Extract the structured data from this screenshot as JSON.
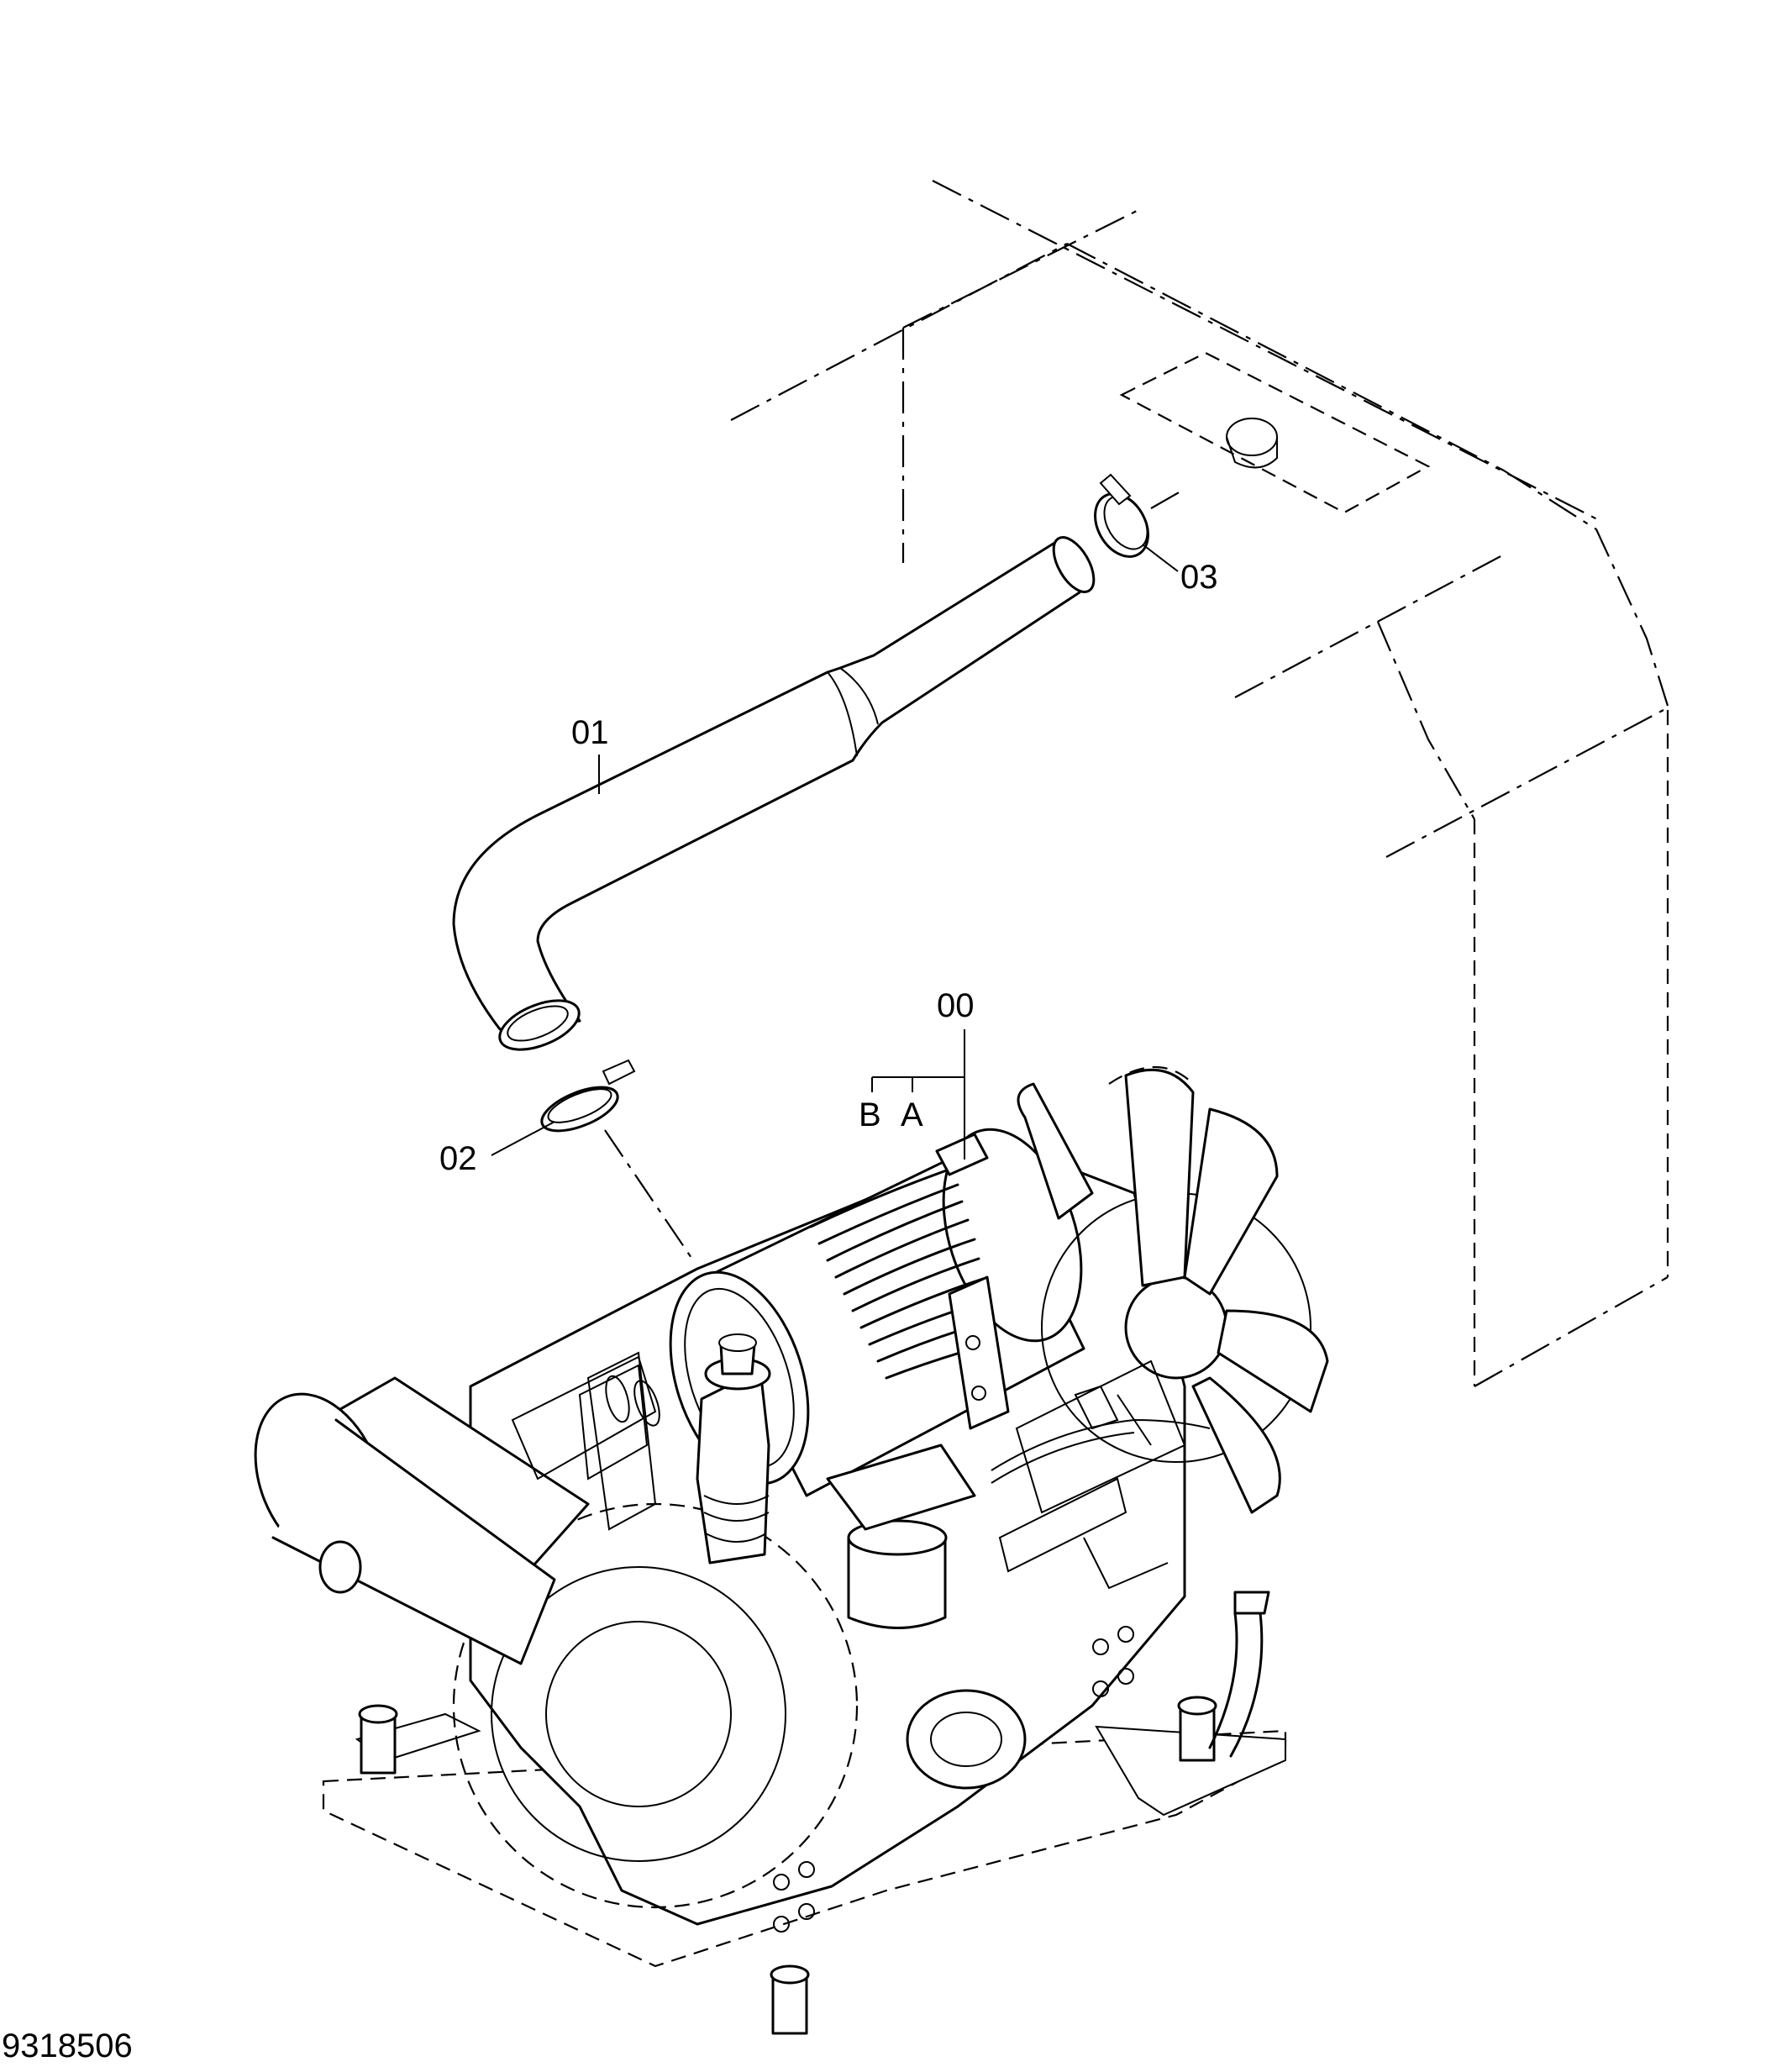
{
  "callouts": {
    "assembly": "00",
    "hose": "01",
    "clamp_lower": "02",
    "clamp_upper": "03",
    "port_a": "A",
    "port_b": "B"
  },
  "drawing_number": "9318506"
}
